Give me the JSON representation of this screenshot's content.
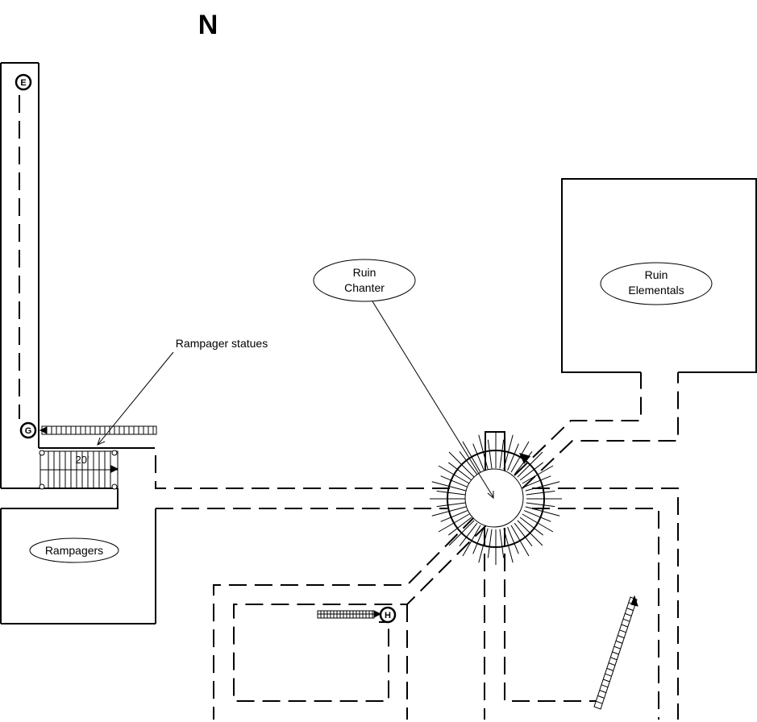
{
  "compass": {
    "north_label": "N"
  },
  "labels": {
    "rampager_statues": "Rampager statues",
    "ruin_chanter_line1": "Ruin",
    "ruin_chanter_line2": "Chanter",
    "ruin_elementals_line1": "Ruin",
    "ruin_elementals_line2": "Elementals",
    "rampagers": "Rampagers",
    "stair_distance": "20'"
  },
  "markers": {
    "e": "E",
    "g": "G",
    "h": "H"
  },
  "colors": {
    "ink": "#000000",
    "background": "#ffffff"
  }
}
